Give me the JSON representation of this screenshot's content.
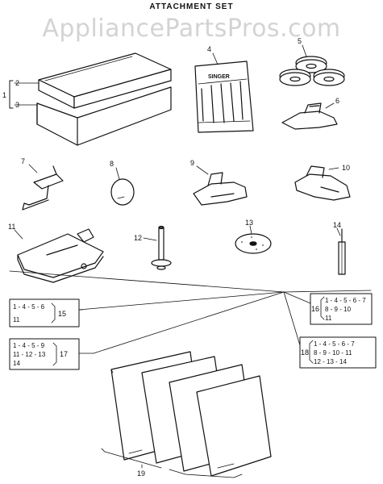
{
  "title": "ATTACHMENT SET",
  "watermark": "AppliancePartsPros.com",
  "callouts": {
    "c1": "1",
    "c2": "2",
    "c3": "3",
    "c4": "4",
    "c5": "5",
    "c6": "6",
    "c7": "7",
    "c8": "8",
    "c9": "9",
    "c10": "10",
    "c11": "11",
    "c12": "12",
    "c13": "13",
    "c14": "14",
    "c15": "15",
    "c16": "16",
    "c17": "17",
    "c18": "18",
    "c19": "19"
  },
  "brand": "SINGER",
  "kits": {
    "k15": [
      "1 - 4 - 5 - 6",
      "11"
    ],
    "k16": [
      "1 - 4 - 5 - 6 - 7",
      "8 - 9 - 10",
      "11"
    ],
    "k17": [
      "1 - 4 - 5 - 9",
      "11 - 12 - 13",
      "14"
    ],
    "k18": [
      "1 - 4 - 5 - 6 - 7",
      "8 - 9 - 10 - 11",
      "12 - 13 - 14"
    ]
  },
  "colors": {
    "ink": "#111111",
    "watermark": "#969696"
  }
}
